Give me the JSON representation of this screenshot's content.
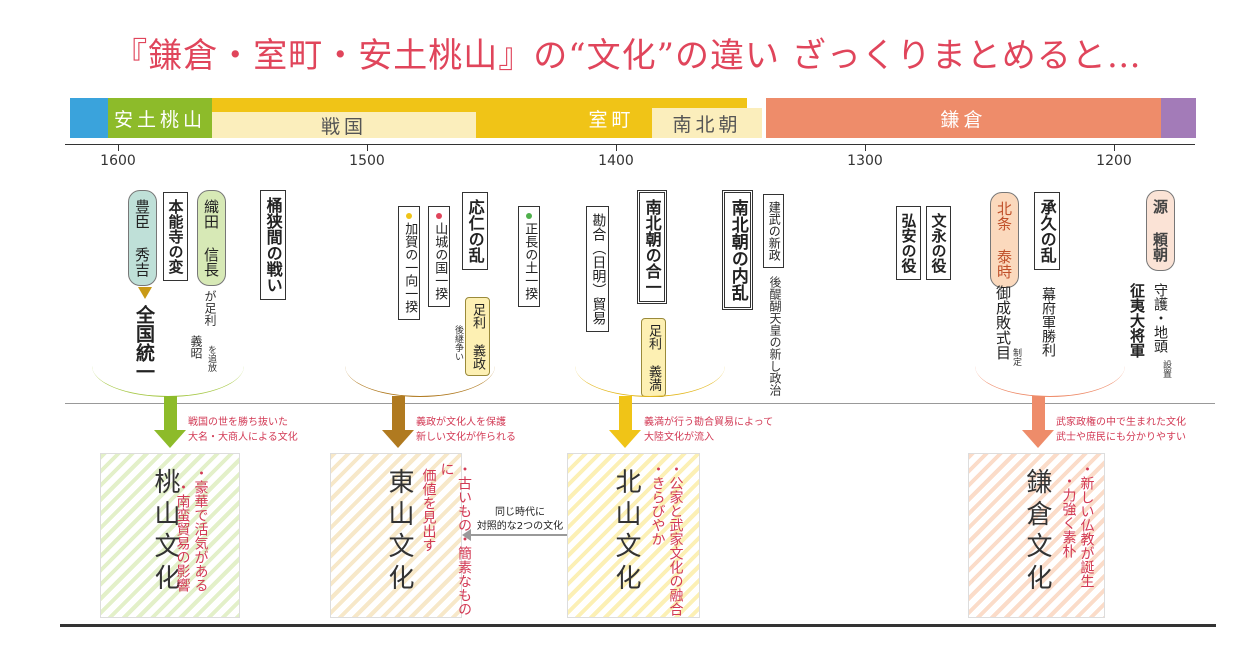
{
  "title": "『鎌倉・室町・安土桃山』の“文化”の違い ざっくりまとめると…",
  "periods": {
    "azuchi": "安土桃山",
    "sengoku": "戦国",
    "muromachi": "室町",
    "nanbokucho": "南北朝",
    "kamakura": "鎌倉"
  },
  "years": [
    "1600",
    "1500",
    "1400",
    "1300",
    "1200"
  ],
  "events": {
    "toyotomi": "豊臣 秀吉",
    "zenkoku": "全国統一",
    "honnoji": "本能寺の変",
    "oda": "織田 信長",
    "oda_note": "が足利",
    "yoshiaki": "義昭",
    "oda_note2": "を追放",
    "okehazama": "桶狭間の戦い",
    "kaga": "加賀の一向一揆",
    "yamashiro": "山城の国一揆",
    "onin": "応仁の乱",
    "yoshimasa": "足利 義政",
    "succession": "後継争い",
    "shocho": "正長の土一揆",
    "kango": "勘合（日明）貿易",
    "nanboku_unify": "南北朝の合一",
    "yoshimitsu": "足利 義満",
    "nanboku_war": "南北朝の内乱",
    "kenmu": "建武の新政",
    "godaigo": "後醍醐天皇の新し政治",
    "koan": "弘安の役",
    "bunei": "文永の役",
    "hojo": "北条 泰時",
    "goseibai": "御成敗式目",
    "seitei": "制定",
    "jokyu": "承久の乱",
    "bakufu": "幕府軍勝利",
    "minamoto": "源 頼朝",
    "shugo": "守護・地頭",
    "setchi": "設置",
    "shogun": "征夷大将軍"
  },
  "notes": {
    "momoyama": "戦国の世を勝ち抜いた\n大名・大商人による文化",
    "higashiyama": "義政が文化人を保護\n新しい文化が作られる",
    "kitayama": "義満が行う勘合貿易によって\n大陸文化が流入",
    "kamakura": "武家政権の中で生まれた文化\n武士や庶民にも分かりやすい",
    "compare": "同じ時代に\n対照的な2つの文化"
  },
  "cultures": {
    "momoyama": {
      "name": "桃山文化",
      "desc1": "・豪華で活気がある",
      "desc2": "・南蛮貿易の影響"
    },
    "higashiyama": {
      "name": "東山文化",
      "desc1": "・古いもの・簡素なものに",
      "desc2": "価値を見出す"
    },
    "kitayama": {
      "name": "北山文化",
      "desc1": "・公家と武家文化の融合",
      "desc2": "・きらびやか"
    },
    "kamakura": {
      "name": "鎌倉文化",
      "desc1": "・新しい仏教が誕生",
      "desc2": "・力強く素朴"
    }
  },
  "colors": {
    "title": "#e0455b",
    "azuchi": "#8dbb2a",
    "sengoku": "#fbeebc",
    "muromachi": "#f0c417",
    "kamakura": "#ee8c6a",
    "accent_red": "#d23a55"
  }
}
